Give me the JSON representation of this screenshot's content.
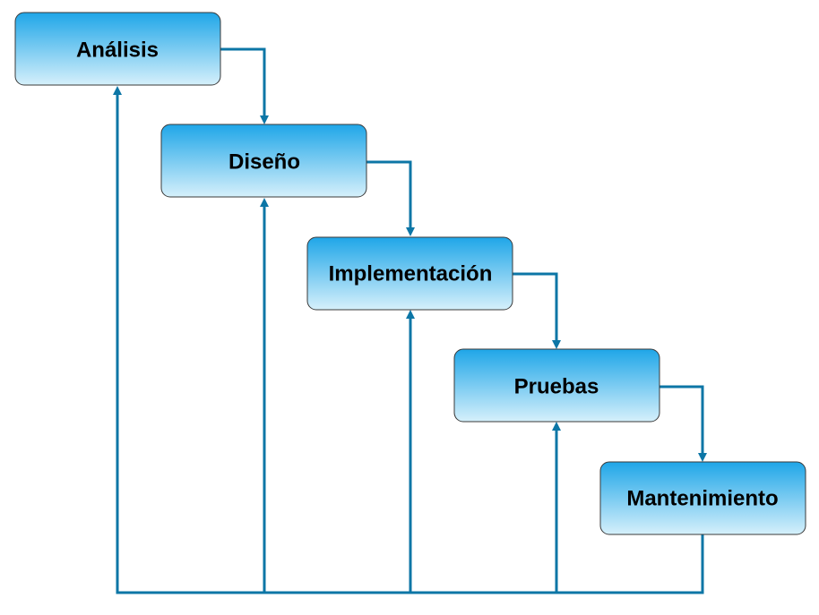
{
  "diagram": {
    "stages": [
      {
        "id": "analisis",
        "label": "Análisis"
      },
      {
        "id": "diseno",
        "label": "Diseño"
      },
      {
        "id": "implementacion",
        "label": "Implementación"
      },
      {
        "id": "pruebas",
        "label": "Pruebas"
      },
      {
        "id": "mantenimiento",
        "label": "Mantenimiento"
      }
    ],
    "colors": {
      "box_top": "#1fa6e8",
      "box_bottom": "#d6f0fb",
      "box_border": "#3a3a3a",
      "connector": "#0c76a6"
    }
  }
}
